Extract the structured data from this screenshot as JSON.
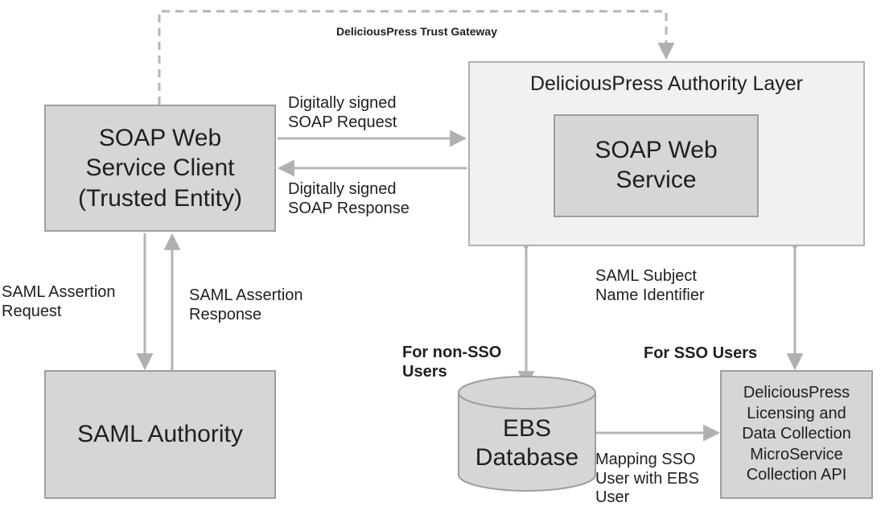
{
  "gateway": {
    "label": "DeliciousPress Trust Gateway"
  },
  "nodes": {
    "soap_client": "SOAP Web\nService Client\n(Trusted Entity)",
    "saml_authority": "SAML Authority",
    "authority_layer": "DeliciousPress Authority Layer",
    "soap_service": "SOAP Web\nService",
    "ebs_database": "EBS\nDatabase",
    "microservice": "DeliciousPress\nLicensing and\nData Collection\nMicroService\nCollection API"
  },
  "edges": {
    "signed_request": "Digitally signed\nSOAP Request",
    "signed_response": "Digitally signed\nSOAP Response",
    "assertion_request": "SAML Assertion\nRequest",
    "assertion_response": "SAML Assertion\nResponse",
    "subject_identifier": "SAML Subject\nName Identifier",
    "non_sso": "For non-SSO\nUsers",
    "sso": "For SSO Users",
    "mapping": "Mapping SSO\nUser with EBS\nUser"
  },
  "colors": {
    "box_dark": "#d6d6d6",
    "box_light": "#f1f1f1",
    "line": "#b5b5b5",
    "text": "#1f1f1f"
  }
}
